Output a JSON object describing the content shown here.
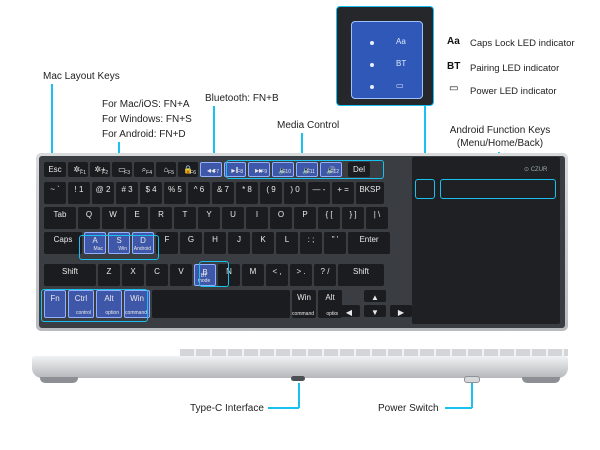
{
  "callouts": {
    "mac_layout": "Mac Layout Keys",
    "shortcuts": [
      "For Mac/iOS: FN+A",
      "For Windows: FN+S",
      "For Android: FN+D"
    ],
    "bluetooth": "Bluetooth: FN+B",
    "media": "Media Control",
    "android_fn_line1": "Android Function Keys",
    "android_fn_line2": "(Menu/Home/Back)",
    "typec": "Type-C Interface",
    "power_switch": "Power Switch"
  },
  "leds": [
    {
      "icon": "Aa",
      "label": "Caps Lock LED indicator",
      "zoom_glyph": "Aa"
    },
    {
      "icon": "BT",
      "label": "Pairing LED indicator",
      "zoom_glyph": "BT"
    },
    {
      "icon": "▭",
      "label": "Power LED indicator",
      "zoom_glyph": "▭"
    }
  ],
  "brand": "CZUR",
  "rows": {
    "fn_row": [
      {
        "m": "Esc"
      },
      {
        "m": "✲-",
        "s": "F1"
      },
      {
        "m": "✲+",
        "s": "F2"
      },
      {
        "m": "▭",
        "s": "F3"
      },
      {
        "m": "⌕",
        "s": "F4"
      },
      {
        "m": "⌂",
        "s": "F5"
      },
      {
        "m": "🔒",
        "s": "F6"
      },
      {
        "m": "◂◂",
        "s": "F7"
      },
      {
        "m": "▸‖",
        "s": "F8"
      },
      {
        "m": "▸▸",
        "s": "F9"
      },
      {
        "m": "🔈",
        "s": "F10"
      },
      {
        "m": "🔉",
        "s": "F11"
      },
      {
        "m": "🔊",
        "s": "F12"
      },
      {
        "m": "Del"
      }
    ],
    "num_row": [
      "~ `",
      "! 1",
      "@ 2",
      "# 3",
      "$ 4",
      "% 5",
      "^ 6",
      "& 7",
      "* 8",
      "( 9",
      ") 0",
      "— -",
      "+ =",
      "BKSP"
    ],
    "q_row": [
      "Tab",
      "Q",
      "W",
      "E",
      "R",
      "T",
      "Y",
      "U",
      "I",
      "O",
      "P",
      "{ [",
      "} ]",
      "| \\"
    ],
    "a_row": [
      "Caps",
      "A",
      "S",
      "D",
      "F",
      "G",
      "H",
      "J",
      "K",
      "L",
      ": ;",
      "\" '",
      "Enter"
    ],
    "z_row": [
      "Shift",
      "Z",
      "X",
      "C",
      "V",
      "B",
      "N",
      "M",
      "< ,",
      "> .",
      "? /",
      "Shift"
    ],
    "bottom_row": [
      {
        "m": "Fn"
      },
      {
        "m": "Ctrl",
        "s": "control"
      },
      {
        "m": "Alt",
        "s": "option"
      },
      {
        "m": "Win",
        "s": "command"
      },
      {
        "m": ""
      },
      {
        "m": "Win",
        "s": "command"
      },
      {
        "m": "Alt",
        "s": "option"
      }
    ],
    "asd_sub": [
      "Mac",
      "Win",
      "Android"
    ],
    "b_sub": "BT mode",
    "arrows": [
      "▲",
      "◀",
      "▼",
      "▶"
    ],
    "touch_keys": [
      "≡",
      "○",
      "◁"
    ],
    "pad_keys": "⊡"
  }
}
